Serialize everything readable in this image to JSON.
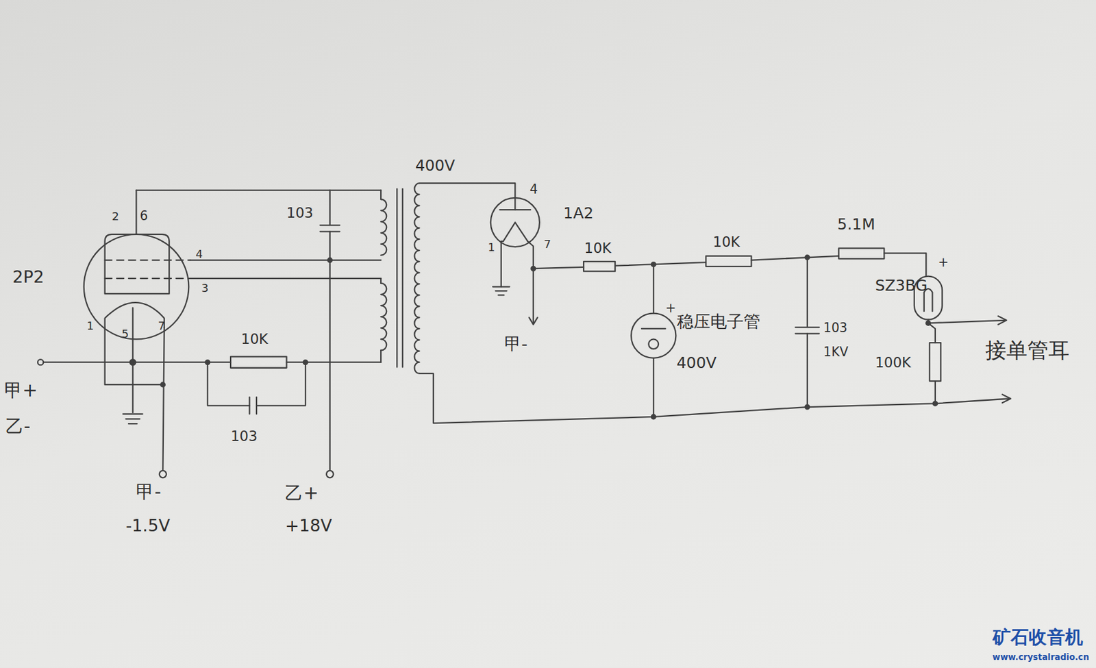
{
  "diagram": {
    "labels": [
      "400V",
      "2",
      "6",
      "2P2",
      "4",
      "3",
      "1",
      "5",
      "7",
      "103",
      "10K",
      "103",
      "甲+",
      "乙-",
      "甲-",
      "-1.5V",
      "乙+",
      "+18V",
      "4",
      "1A2",
      "1",
      "7",
      "甲-",
      "10K",
      "10K",
      "5.1M",
      "+",
      "稳压电子管",
      "400V",
      "103",
      "1KV",
      "+",
      "SZ3BG",
      "100K",
      "接单管耳",
      "矿石收音机",
      "www.crystalradio.cn"
    ]
  }
}
